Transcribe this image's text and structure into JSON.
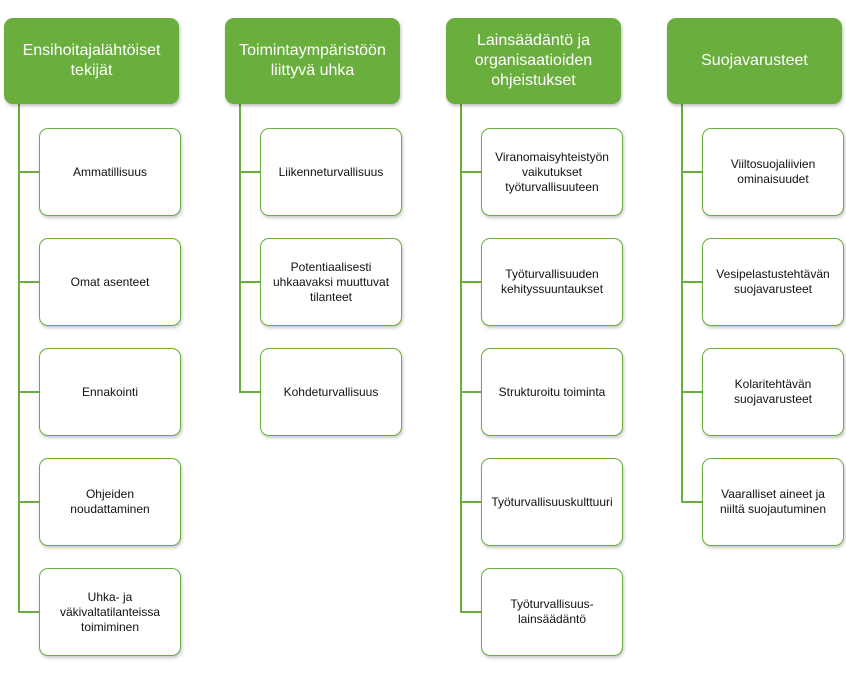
{
  "colors": {
    "header_fill": "#6aae3e",
    "card_border": "#6aae3e",
    "connector": "#6aae3e",
    "header_text": "#ffffff",
    "card_text": "#111111"
  },
  "columns": [
    {
      "header": "Ensihoitajalähtöiset tekijät",
      "items": [
        "Ammatillisuus",
        "Omat asenteet",
        "Ennakointi",
        "Ohjeiden noudattaminen",
        "Uhka- ja väkivaltatilanteissa toimiminen"
      ]
    },
    {
      "header": "Toimintaympäristöön liittyvä uhka",
      "items": [
        "Liikenneturvallisuus",
        "Potentiaalisesti uhkaavaksi muuttuvat tilanteet",
        "Kohdeturvallisuus"
      ]
    },
    {
      "header": "Lainsäädäntö ja organisaatioiden ohjeistukset",
      "items": [
        "Viranomaisyhteistyön vaikutukset työturvallisuuteen",
        "Työturvallisuuden kehityssuuntaukset",
        "Strukturoitu toiminta",
        "Työturvallisuuskulttuuri",
        "Työturvallisuus-lainsäädäntö"
      ]
    },
    {
      "header": "Suojavarusteet",
      "items": [
        "Viiltosuojaliivien ominaisuudet",
        "Vesipelastustehtävän suojavarusteet",
        "Kolaritehtävän suojavarusteet",
        "Vaaralliset aineet ja niiltä suojautuminen"
      ]
    }
  ]
}
